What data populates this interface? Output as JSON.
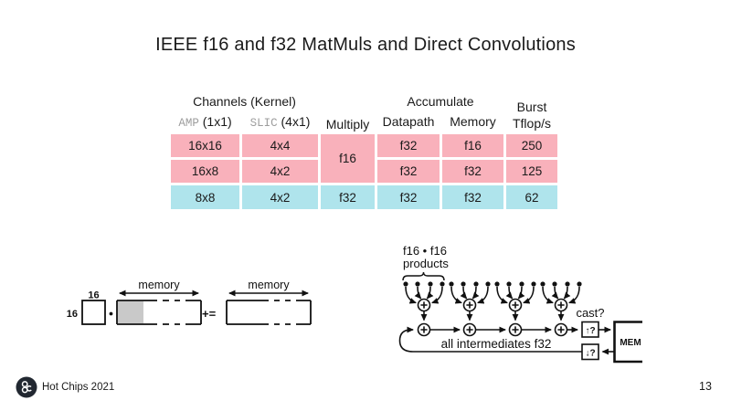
{
  "slide": {
    "title": "IEEE f16 and f32 MatMuls and Direct Convolutions",
    "event": "Hot Chips 2021",
    "page_number": "13",
    "logo_icon": "graphcore-gc-logo"
  },
  "table": {
    "header": {
      "channels": "Channels (Kernel)",
      "amp": "AMP",
      "amp_kernel": " (1x1)",
      "slic": "SLIC",
      "slic_kernel": " (4x1)",
      "multiply": "Multiply",
      "accumulate": "Accumulate",
      "datapath": "Datapath",
      "memory": "Memory",
      "burst_line1": "Burst",
      "burst_line2": "Tflop/s"
    },
    "rows": [
      {
        "amp": "16x16",
        "slic": "4x4",
        "multiply": "f16",
        "datapath": "f32",
        "memory": "f16",
        "burst": "250",
        "color": "#F9B1BB"
      },
      {
        "amp": "16x8",
        "slic": "4x2",
        "datapath": "f32",
        "memory": "f32",
        "burst": "125",
        "color": "#F9B1BB"
      },
      {
        "amp": "8x8",
        "slic": "4x2",
        "multiply": "f32",
        "datapath": "f32",
        "memory": "f32",
        "burst": "62",
        "color": "#AFE4EC"
      }
    ],
    "row_colors": {
      "f16_rows": "#F9B1BB",
      "f32_row": "#AFE4EC"
    }
  },
  "matmul_diagram": {
    "dim_top": "16",
    "dim_left": "16",
    "memory_label_left": "memory",
    "memory_label_right": "memory",
    "plus_equals": "+=",
    "operand_fill": "#C9C9C9"
  },
  "adder_diagram": {
    "products_line1": "f16 • f16",
    "products_line2": "products",
    "cast_label": "cast?",
    "upcast_box": "↑?",
    "downcast_box": "↓?",
    "intermediates_label": "all intermediates f32",
    "mem_label": "MEM"
  }
}
